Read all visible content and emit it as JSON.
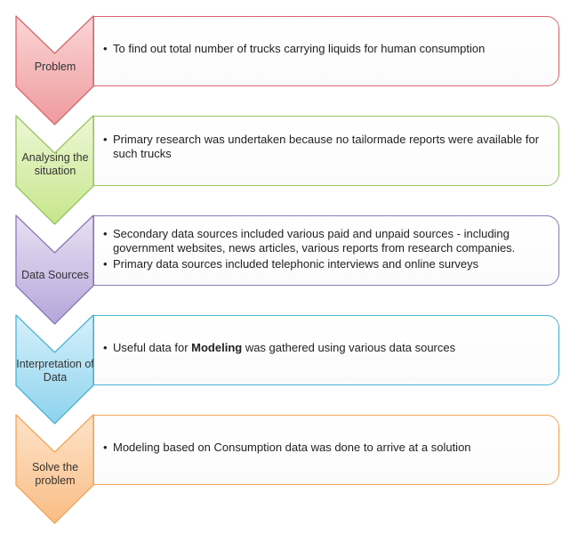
{
  "diagram": {
    "stages": [
      {
        "label": "Problem",
        "color": "#d9676f",
        "fill_light": "#fbd6d6",
        "fill_dark": "#ee9a9d",
        "bullets": [
          {
            "pre": "To find out total number of trucks carrying liquids for human consumption",
            "bold": "",
            "post": ""
          }
        ]
      },
      {
        "label": "Analysing the situation",
        "color": "#9bc464",
        "fill_light": "#edf7d6",
        "fill_dark": "#c6e68b",
        "bullets": [
          {
            "pre": "Primary research was undertaken because no tailormade reports were available for such trucks",
            "bold": "",
            "post": ""
          }
        ]
      },
      {
        "label": "Data Sources",
        "color": "#8a78b9",
        "fill_light": "#e8e1f3",
        "fill_dark": "#b6a5da",
        "bullets": [
          {
            "pre": "Secondary  data  sources included various paid and unpaid sources - including government websites, news articles, various reports from research companies.",
            "bold": "",
            "post": ""
          },
          {
            "pre": "Primary data sources included telephonic interviews and online surveys",
            "bold": "",
            "post": ""
          }
        ]
      },
      {
        "label": "Interpretation of Data",
        "color": "#4db3d6",
        "fill_light": "#d6f0fa",
        "fill_dark": "#8dd3ee",
        "bullets": [
          {
            "pre": "Useful data for ",
            "bold": "Modeling",
            "post": " was gathered using various data sources"
          }
        ]
      },
      {
        "label": "Solve the problem",
        "color": "#f5a55a",
        "fill_light": "#fde3c9",
        "fill_dark": "#f9bd85",
        "bullets": [
          {
            "pre": "Modeling based on Consumption data was done to arrive at a solution",
            "bold": "",
            "post": ""
          }
        ]
      }
    ]
  }
}
